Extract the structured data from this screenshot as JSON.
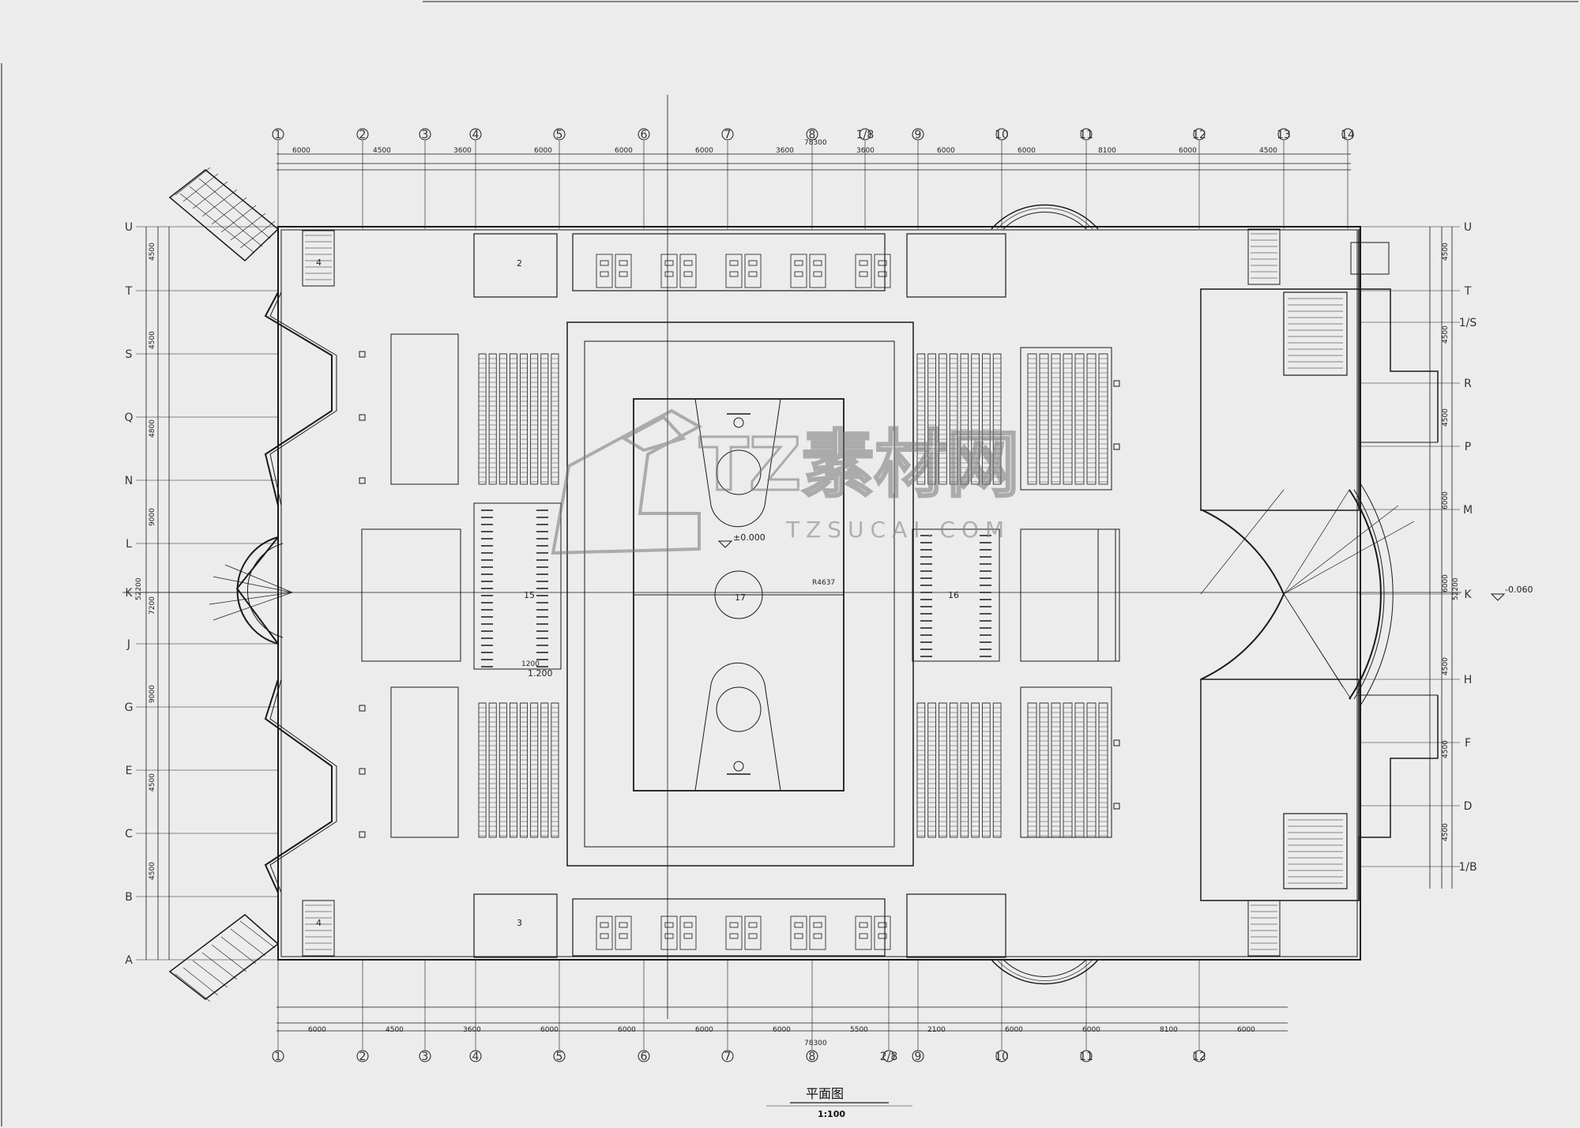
{
  "drawing": {
    "title": "平面图",
    "scale": "1:100",
    "watermark": "TZ素材网",
    "watermark_url": "TZSUCAI.COM",
    "elevation_center": "±0.000",
    "elevation_outside": "-0.060",
    "total_width_label": "78300",
    "total_depth_label": "52200",
    "court_radius_label": "R4637",
    "court_center_number": "17",
    "stand_labels": [
      "15",
      "16"
    ],
    "stair_labels": [
      "2",
      "3",
      "4"
    ],
    "small_dim": "1200",
    "small_dim2": "1.200"
  },
  "grid": {
    "top_axes": [
      "1",
      "2",
      "3",
      "4",
      "5",
      "6",
      "7",
      "8",
      "1/8",
      "9",
      "10",
      "11",
      "12",
      "13",
      "14"
    ],
    "bottom_axes": [
      "1",
      "2",
      "3",
      "4",
      "5",
      "6",
      "7",
      "8",
      "2/8",
      "9",
      "10",
      "11",
      "12"
    ],
    "left_axes": [
      "U",
      "T",
      "S",
      "Q",
      "N",
      "L",
      "K",
      "J",
      "G",
      "E",
      "C",
      "B",
      "A"
    ],
    "right_axes": [
      "U",
      "T",
      "1/S",
      "R",
      "P",
      "M",
      "K",
      "H",
      "F",
      "D",
      "1/B"
    ]
  },
  "dimensions": {
    "top_row1": [
      "6000",
      "4500",
      "3600",
      "6000",
      "6000",
      "6000",
      "3600",
      "3600",
      "6000",
      "6000",
      "8100",
      "6000",
      "4500"
    ],
    "bottom_row1": [
      "6000",
      "4500",
      "3600",
      "6000",
      "6000",
      "6000",
      "6000",
      "5500",
      "2100",
      "6000",
      "6000",
      "8100",
      "6000"
    ],
    "left_col": [
      "4500",
      "4500",
      "4800",
      "9000",
      "7200",
      "9000",
      "4500",
      "4500"
    ],
    "right_col": [
      "4500",
      "4500",
      "4500",
      "6000",
      "6000",
      "4500",
      "4500",
      "4500"
    ]
  },
  "colors": {
    "line": "#1a1a1a",
    "paper": "#ececec",
    "watermark": "#777777"
  }
}
